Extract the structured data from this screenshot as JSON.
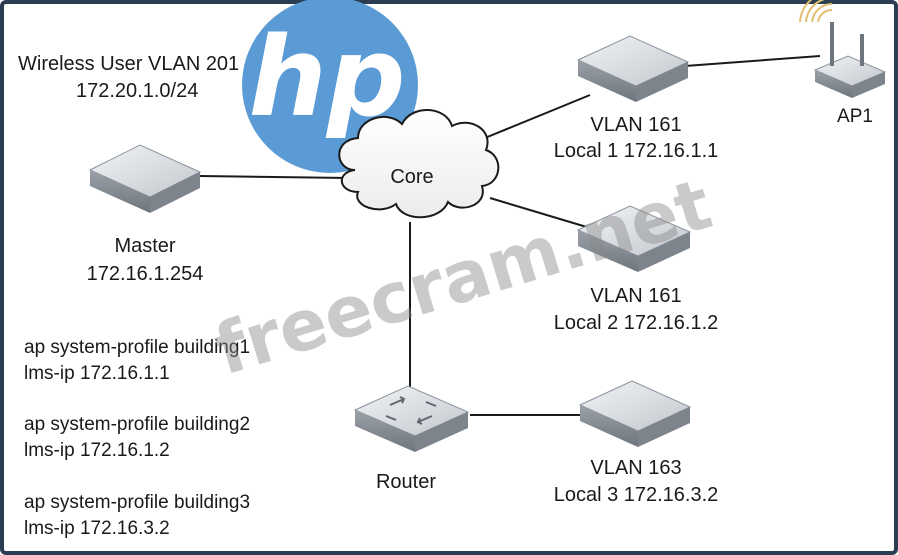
{
  "diagram": {
    "wireless_vlan": {
      "line1": "Wireless User VLAN 201",
      "line2": "172.20.1.0/24"
    },
    "core": {
      "label": "Core"
    },
    "master": {
      "name": "Master",
      "ip": "172.16.1.254"
    },
    "local1": {
      "vlan": "VLAN 161",
      "addr": "Local 1 172.16.1.1"
    },
    "local2": {
      "vlan": "VLAN 161",
      "addr": "Local 2 172.16.1.2"
    },
    "local3": {
      "vlan": "VLAN 163",
      "addr": "Local 3 172.16.3.2"
    },
    "router": {
      "label": "Router"
    },
    "ap": {
      "label": "AP1"
    },
    "profiles": [
      {
        "line1": "ap system-profile building1",
        "line2": "lms-ip 172.16.1.1"
      },
      {
        "line1": "ap system-profile building2",
        "line2": "lms-ip 172.16.1.2"
      },
      {
        "line1": "ap system-profile building3",
        "line2": "lms-ip 172.16.3.2"
      }
    ]
  },
  "watermark": {
    "text": "freecram.net",
    "logo_text": "hp",
    "logo_color": "#5b9bd5"
  },
  "colors": {
    "border": "#2a3d52",
    "line": "#1a1a1a",
    "switch_top": "#d9dde2",
    "switch_side": "#8c939c"
  }
}
